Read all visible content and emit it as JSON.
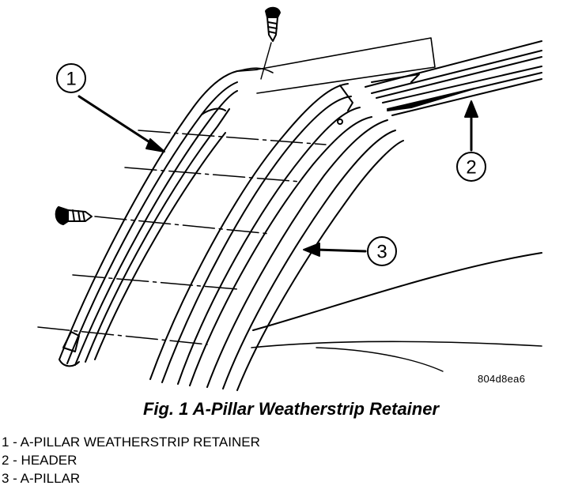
{
  "figure": {
    "code": "804d8ea6",
    "callouts": [
      {
        "number": "1",
        "name": "callout-1"
      },
      {
        "number": "2",
        "name": "callout-2"
      },
      {
        "number": "3",
        "name": "callout-3"
      }
    ]
  },
  "caption": "Fig. 1 A-Pillar Weatherstrip Retainer",
  "legend": [
    "1 - A-PILLAR WEATHERSTRIP RETAINER",
    "2 - HEADER",
    "3 - A-PILLAR"
  ]
}
